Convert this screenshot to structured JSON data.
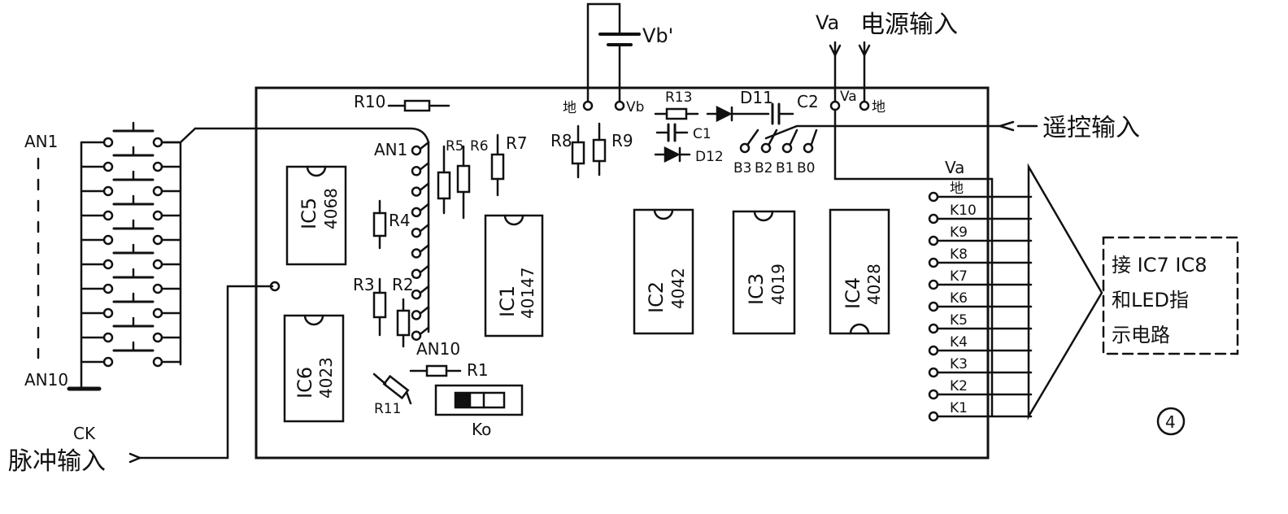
{
  "colors": {
    "ink": "#111111",
    "paper": "#ffffff"
  },
  "labels": {
    "an1": "AN1",
    "an10": "AN10",
    "ck": "CK",
    "pulse_input": "脉冲输入",
    "vb_prime": "Vb'",
    "va_top": "Va",
    "power_input": "电源输入",
    "remote_input": "遥控输入",
    "gnd": "地",
    "vb": "Vb",
    "va_small": "Va",
    "board_an1": "AN1",
    "board_an10": "AN10",
    "va_right": "Va",
    "ko": "Ko",
    "figure_number": "④"
  },
  "resistors": {
    "r1": "R1",
    "r2": "R2",
    "r3": "R3",
    "r4": "R4",
    "r5": "R5",
    "r6": "R6",
    "r7": "R7",
    "r8": "R8",
    "r9": "R9",
    "r10": "R10",
    "r11": "R11",
    "r13": "R13"
  },
  "caps_diodes": {
    "c1": "C1",
    "c2": "C2",
    "d11": "D11",
    "d12": "D12"
  },
  "b_terminals": [
    "B3",
    "B2",
    "B1",
    "B0"
  ],
  "chips": [
    {
      "name": "IC5",
      "part": "4068"
    },
    {
      "name": "IC6",
      "part": "4023"
    },
    {
      "name": "IC1",
      "part": "40147"
    },
    {
      "name": "IC2",
      "part": "4042"
    },
    {
      "name": "IC3",
      "part": "4019"
    },
    {
      "name": "IC4",
      "part": "4028"
    }
  ],
  "right_terminals": [
    "地",
    "K10",
    "K9",
    "K8",
    "K7",
    "K6",
    "K5",
    "K4",
    "K3",
    "K2",
    "K1"
  ],
  "note_box": {
    "line1": "接 IC7 IC8",
    "line2": "和LED指",
    "line3": "示电路"
  }
}
